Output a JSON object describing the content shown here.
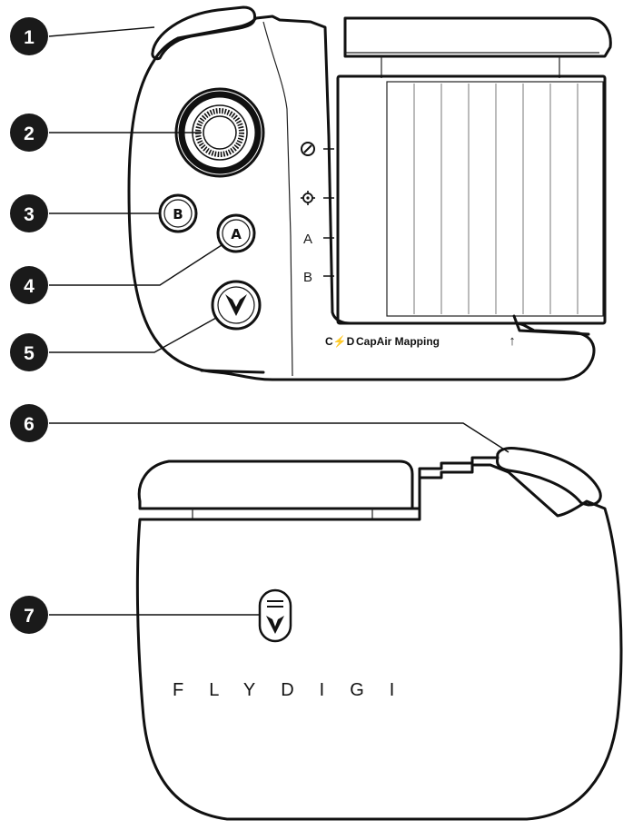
{
  "callouts": [
    {
      "number": "1",
      "target": "left-shoulder-trigger"
    },
    {
      "number": "2",
      "target": "joystick"
    },
    {
      "number": "3",
      "target": "b-button"
    },
    {
      "number": "4",
      "target": "a-button"
    },
    {
      "number": "5",
      "target": "home-button"
    },
    {
      "number": "6",
      "target": "back-shoulder-trigger"
    },
    {
      "number": "7",
      "target": "power-switch"
    }
  ],
  "front": {
    "buttons": {
      "b_label": "B",
      "a_label": "A"
    },
    "side_labels": {
      "a": "A",
      "b": "B"
    },
    "side_icons": [
      "mapping-dot-icon",
      "crosshair-icon"
    ],
    "mapping_logo": "C⚡D",
    "mapping_text": "CapAir Mapping",
    "arrow": "↑"
  },
  "back": {
    "brand": "FLYDIGI",
    "switch_icon": "flydigi-logo-icon"
  },
  "colors": {
    "stroke": "#111111",
    "callout_fill": "#1a1a1a",
    "background": "#ffffff"
  }
}
